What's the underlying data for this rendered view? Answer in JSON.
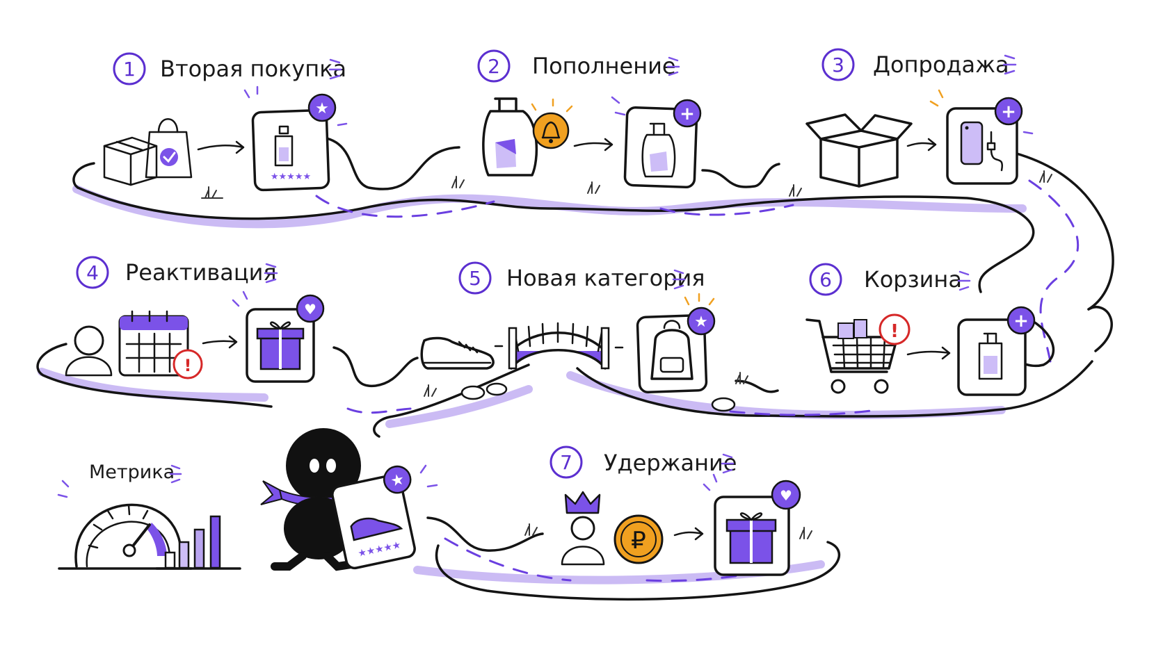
{
  "steps": [
    {
      "num": "1",
      "label": "Вторая покупка"
    },
    {
      "num": "2",
      "label": "Пополнение"
    },
    {
      "num": "3",
      "label": "Допродажа"
    },
    {
      "num": "4",
      "label": "Реактивация"
    },
    {
      "num": "5",
      "label": "Новая категория"
    },
    {
      "num": "6",
      "label": "Корзина"
    },
    {
      "num": "7",
      "label": "Удержание"
    }
  ],
  "metric": {
    "label": "Метрика"
  },
  "colors": {
    "accent": "#7b52e8",
    "accent_light": "#cdbdf7",
    "orange": "#f0a020",
    "alert": "#d62828",
    "ink": "#141414"
  }
}
